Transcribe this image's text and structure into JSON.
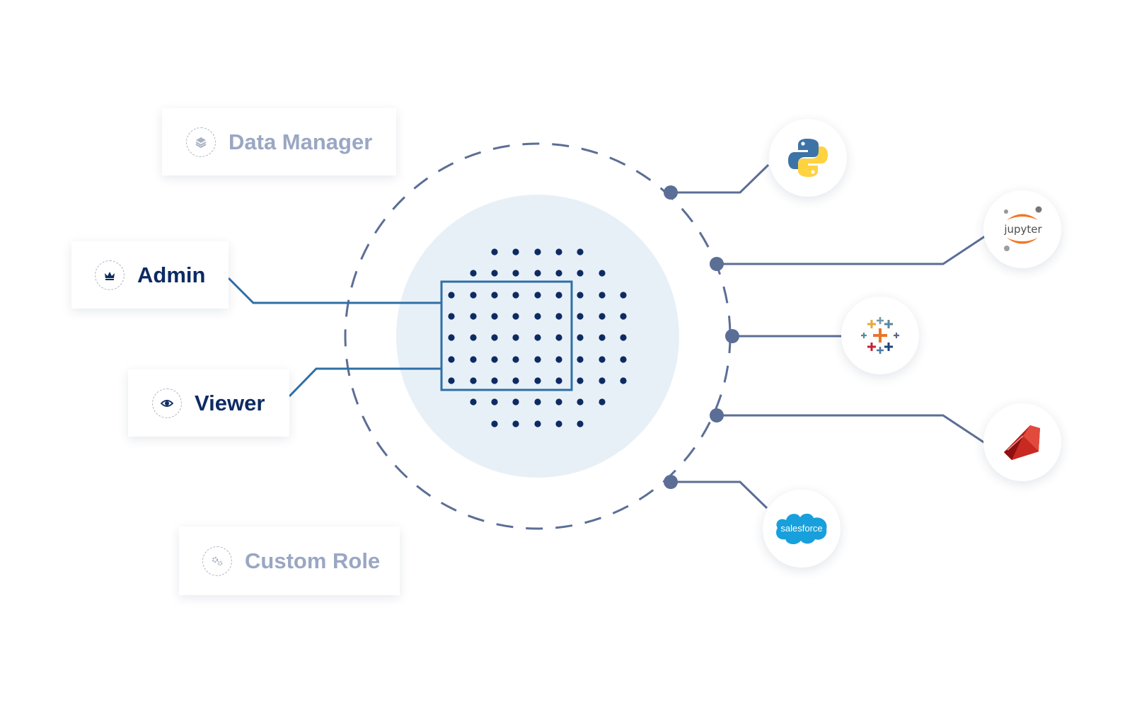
{
  "roles": [
    {
      "id": "data-manager",
      "label": "Data Manager",
      "icon": "layers-icon",
      "state": "muted"
    },
    {
      "id": "admin",
      "label": "Admin",
      "icon": "crown-icon",
      "state": "active"
    },
    {
      "id": "viewer",
      "label": "Viewer",
      "icon": "eye-icon",
      "state": "active"
    },
    {
      "id": "custom-role",
      "label": "Custom Role",
      "icon": "gears-icon",
      "state": "muted"
    }
  ],
  "tools": [
    {
      "id": "python",
      "icon": "python-logo-icon"
    },
    {
      "id": "jupyter",
      "icon": "jupyter-logo-icon",
      "wordmark": "jupyter"
    },
    {
      "id": "tableau",
      "icon": "tableau-logo-icon"
    },
    {
      "id": "ruby",
      "icon": "ruby-logo-icon"
    },
    {
      "id": "salesforce",
      "icon": "salesforce-logo-icon",
      "wordmark": "salesforce"
    }
  ],
  "colors": {
    "role_active": "#0d2b63",
    "role_muted": "#9aa7c3",
    "connector_roles": "#2e6fa6",
    "connector_tools": "#5b6e96",
    "ring": "#5b6e96",
    "core_fill": "#e8f0f7",
    "dots": "#0d2b63"
  }
}
